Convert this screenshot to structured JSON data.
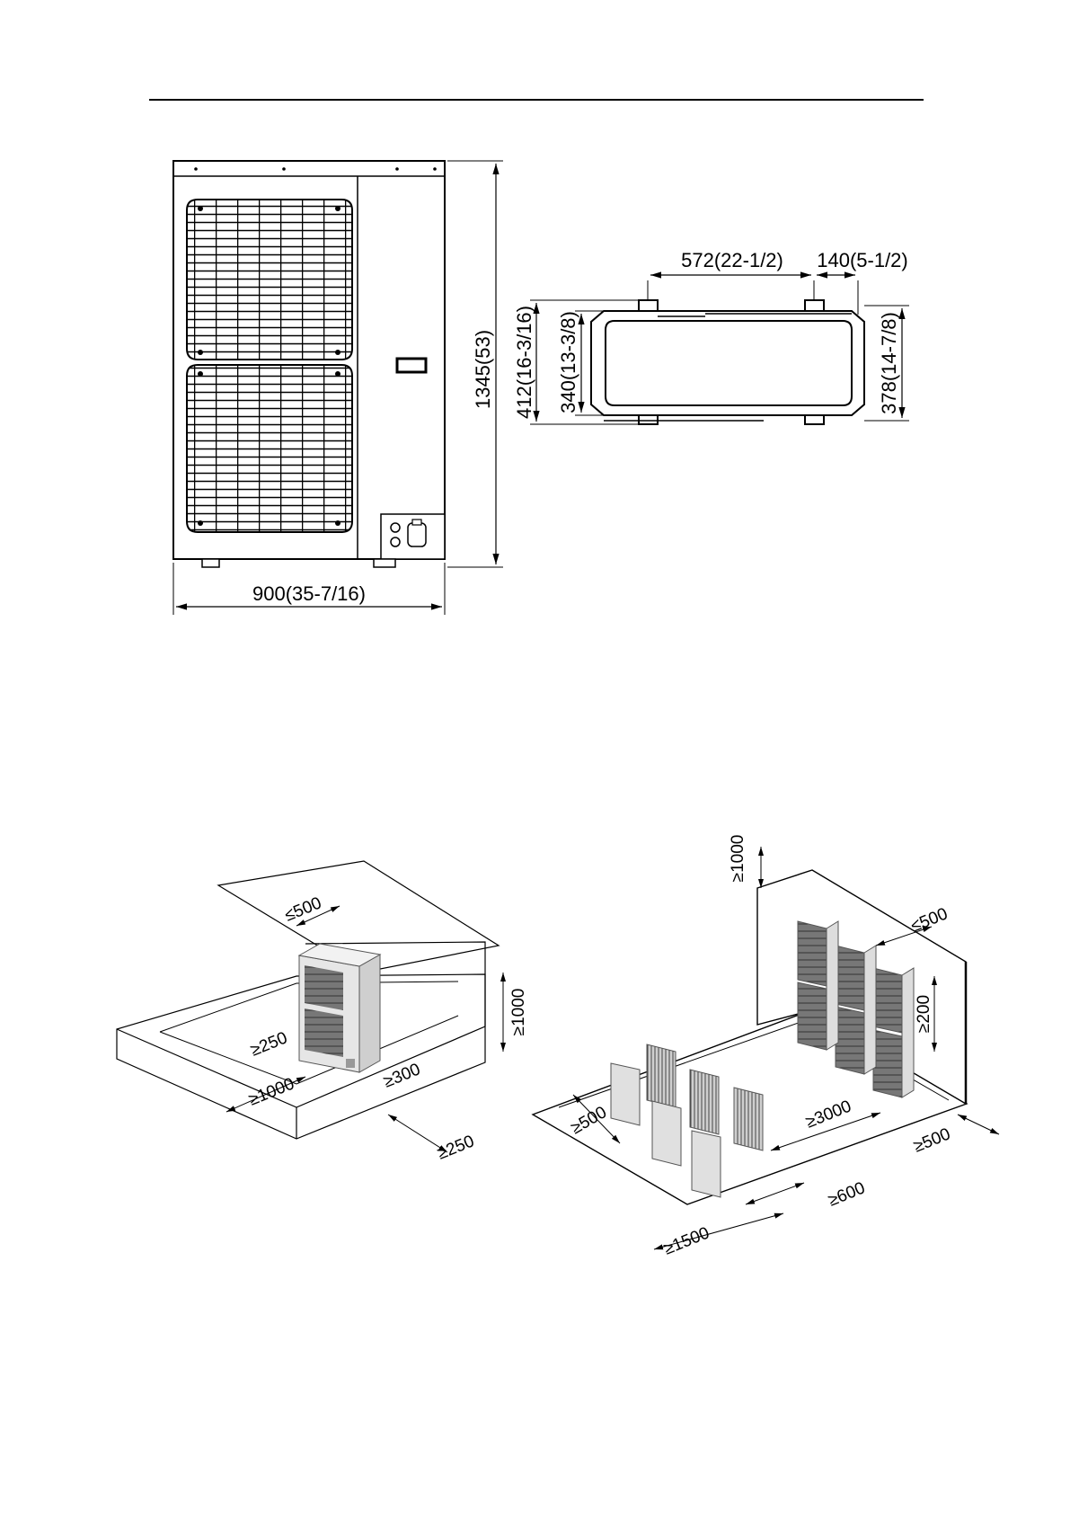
{
  "front_view": {
    "width_label": "900(35-7/16)",
    "height_label": "1345(53)"
  },
  "top_view": {
    "span_label": "572(22-1/2)",
    "offset_label": "140(5-1/2)",
    "depth_outer_label": "412(16-3/16)",
    "depth_inner_label": "340(13-3/8)",
    "depth_feet_label": "378(14-7/8)"
  },
  "clearance_single": {
    "top_max": "≤500",
    "top_height": "≥1000",
    "side_left": "≥250",
    "front": "≥1000",
    "side_right": "≥300",
    "rear": "≥250"
  },
  "clearance_multi": {
    "top_height": "≥1000",
    "top_gap": "≤500",
    "between_units": "≥200",
    "left": "≥500",
    "middle": "≥3000",
    "right": "≥500",
    "front_row": "≥600",
    "front": "≥1500"
  }
}
